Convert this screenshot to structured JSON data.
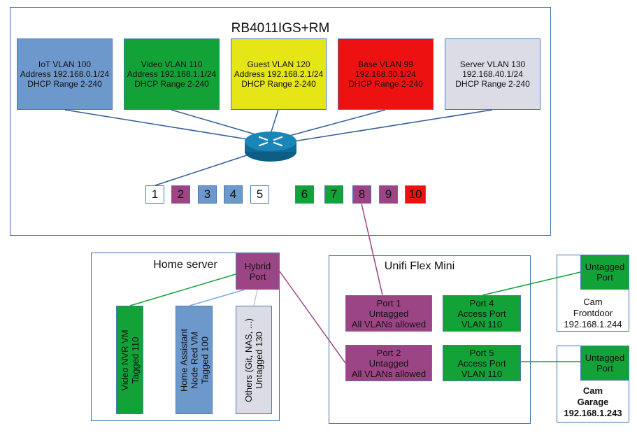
{
  "router_title": "RB4011IGS+RM",
  "vlans": [
    {
      "lines": [
        "IoT VLAN 100",
        "Address 192.168.0.1/24",
        "DHCP Range 2-240"
      ],
      "color": "#6d98cc"
    },
    {
      "lines": [
        "Video VLAN 110",
        "Address 192.168.1.1/24",
        "DHCP Range 2-240"
      ],
      "color": "#12a238"
    },
    {
      "lines": [
        "Guest VLAN 120",
        "Address 192.168.2.1/24",
        "DHCP Range 2-240"
      ],
      "color": "#e6e616"
    },
    {
      "lines": [
        "Base VLAN 99",
        "192.168.30.1/24",
        "DHCP Range 2-240"
      ],
      "color": "#ee1111"
    },
    {
      "lines": [
        "Server VLAN 130",
        "192.168.40.1/24",
        "DHCP Range 2-240"
      ],
      "color": "#dcdce6"
    }
  ],
  "router_ports": [
    {
      "label": "1",
      "color": "#ffffff"
    },
    {
      "label": "2",
      "color": "#9c4585"
    },
    {
      "label": "3",
      "color": "#6d98cc"
    },
    {
      "label": "4",
      "color": "#6d98cc"
    },
    {
      "label": "5",
      "color": "#ffffff"
    },
    {
      "label": "6",
      "color": "#12a238"
    },
    {
      "label": "7",
      "color": "#12a238"
    },
    {
      "label": "8",
      "color": "#9c4585"
    },
    {
      "label": "9",
      "color": "#9c4585"
    },
    {
      "label": "10",
      "color": "#ee1111"
    }
  ],
  "home_server": {
    "title": "Home server",
    "hybrid_port": [
      "Hybrid",
      "Port"
    ],
    "vms": [
      {
        "lines": [
          "Video NVR VM",
          "Tagged 110"
        ],
        "color": "#12a238"
      },
      {
        "lines": [
          "Home Assistant",
          "Node Red VM",
          "Tagged 100"
        ],
        "color": "#6d98cc"
      },
      {
        "lines": [
          "Others (Git, NAS, ...)",
          "Untagged 130"
        ],
        "color": "#dcdce6"
      }
    ]
  },
  "switch": {
    "title": "Unifi Flex Mini",
    "ports": [
      {
        "lines": [
          "Port 1",
          "Untagged",
          "All VLANs allowed"
        ],
        "color": "#9c4585"
      },
      {
        "lines": [
          "Port 2",
          "Untagged",
          "All VLANs allowed"
        ],
        "color": "#9c4585"
      },
      {
        "lines": [
          "Port 4",
          "Access Port",
          "VLAN 110"
        ],
        "color": "#12a238"
      },
      {
        "lines": [
          "Port 5",
          "Access Port",
          "VLAN 110"
        ],
        "color": "#12a238"
      }
    ]
  },
  "cams": [
    {
      "port": [
        "Untagged",
        "Port"
      ],
      "lines": [
        "Cam",
        "Frontdoor",
        "192.168.1.244"
      ],
      "bold": false
    },
    {
      "port": [
        "Untagged",
        "Port"
      ],
      "lines": [
        "Cam",
        "Garage",
        "192.168.1.243"
      ],
      "bold": true
    }
  ],
  "colors": {
    "frame": "#3f6fa8",
    "wire_blue": "#2f5c96",
    "wire_green": "#12a238",
    "wire_purple": "#9c4585",
    "wire_lightblue": "#7fa8d8"
  }
}
